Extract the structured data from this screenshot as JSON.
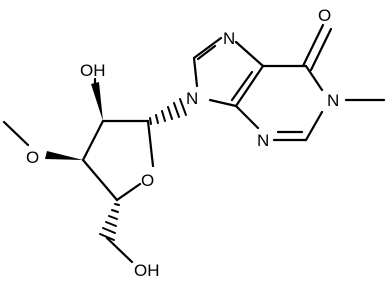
{
  "molecule": {
    "atom_labels": {
      "n7": "N",
      "n9": "N",
      "n3": "N",
      "n1": "N",
      "o6": "O",
      "o_ring": "O",
      "oh2": "OH",
      "o_methoxy": "O",
      "oh5": "OH"
    }
  }
}
